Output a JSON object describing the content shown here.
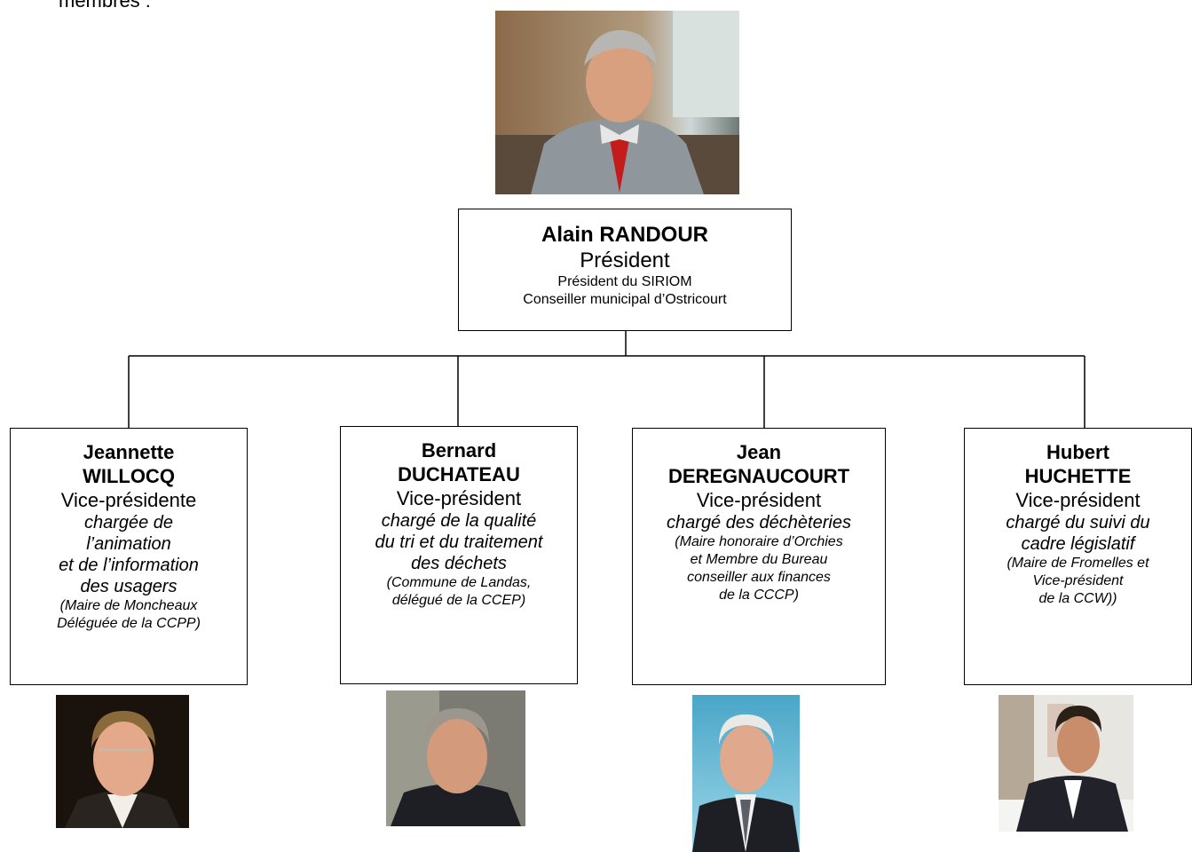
{
  "intro_text": "membres :",
  "president": {
    "name": "Alain RANDOUR",
    "role": "Président",
    "lines": [
      "Président du SIRIOM",
      "Conseiller municipal d’Ostricourt"
    ]
  },
  "vice_presidents": [
    {
      "name_lines": [
        "Jeannette",
        "WILLOCQ"
      ],
      "role": "Vice-présidente",
      "mission_lines": [
        "chargée de",
        "l’animation",
        "et de l’information",
        "des usagers"
      ],
      "note_lines": [
        "(Maire de Moncheaux",
        "Déléguée de la CCPP)"
      ]
    },
    {
      "name_lines": [
        "Bernard",
        "DUCHATEAU"
      ],
      "role": "Vice-président",
      "mission_lines": [
        "chargé de la qualité",
        "du tri et du traitement",
        "des déchets"
      ],
      "note_lines": [
        "(Commune de Landas,",
        "délégué de la CCEP)"
      ]
    },
    {
      "name_lines": [
        "Jean",
        "DEREGNAUCOURT"
      ],
      "role": "Vice-président",
      "mission_lines": [
        "chargé des déchèteries"
      ],
      "note_lines": [
        "(Maire honoraire d’Orchies",
        "et Membre du Bureau",
        "conseiller aux finances",
        "de la CCCP)"
      ]
    },
    {
      "name_lines": [
        "Hubert",
        "HUCHETTE"
      ],
      "role": "Vice-président",
      "mission_lines": [
        "chargé du suivi du",
        "cadre législatif"
      ],
      "note_lines": [
        "(Maire de Fromelles et",
        "Vice-président",
        "de la CCW))"
      ]
    }
  ]
}
